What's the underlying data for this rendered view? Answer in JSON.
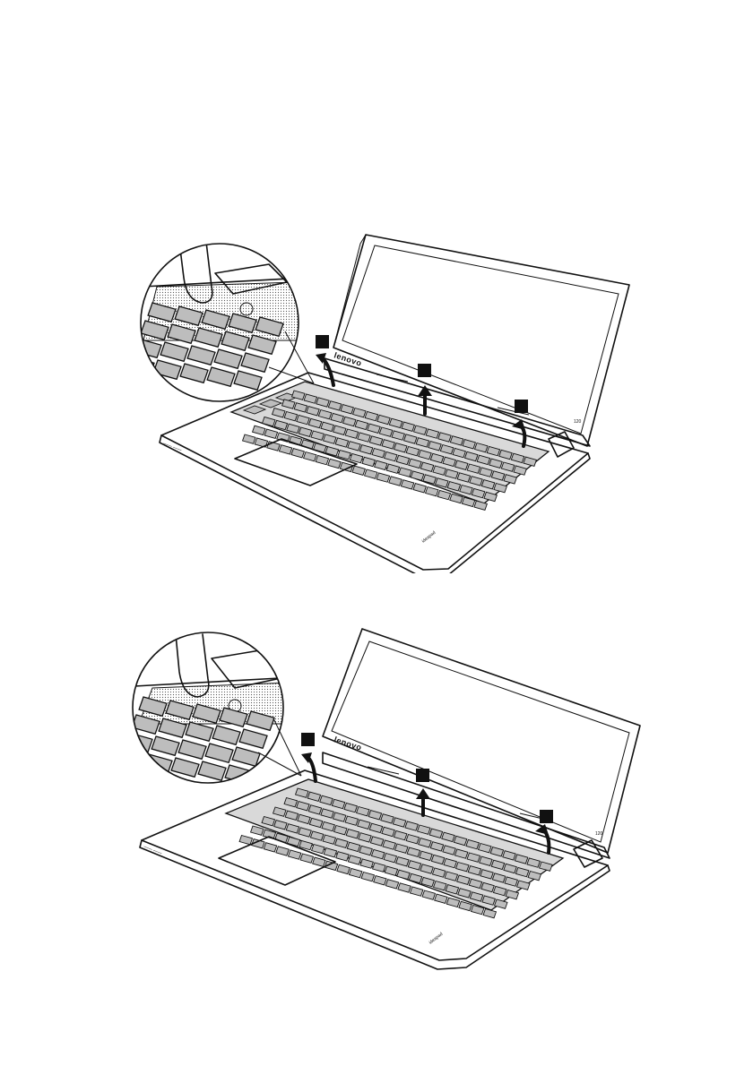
{
  "figures": [
    {
      "id": "top",
      "brand_label": "lenovo",
      "model_label": "120",
      "palm_label": "ideapad",
      "callout_count": 3
    },
    {
      "id": "bottom",
      "brand_label": "lenovo",
      "model_label": "120",
      "palm_label": "ideapad",
      "callout_count": 3
    }
  ]
}
